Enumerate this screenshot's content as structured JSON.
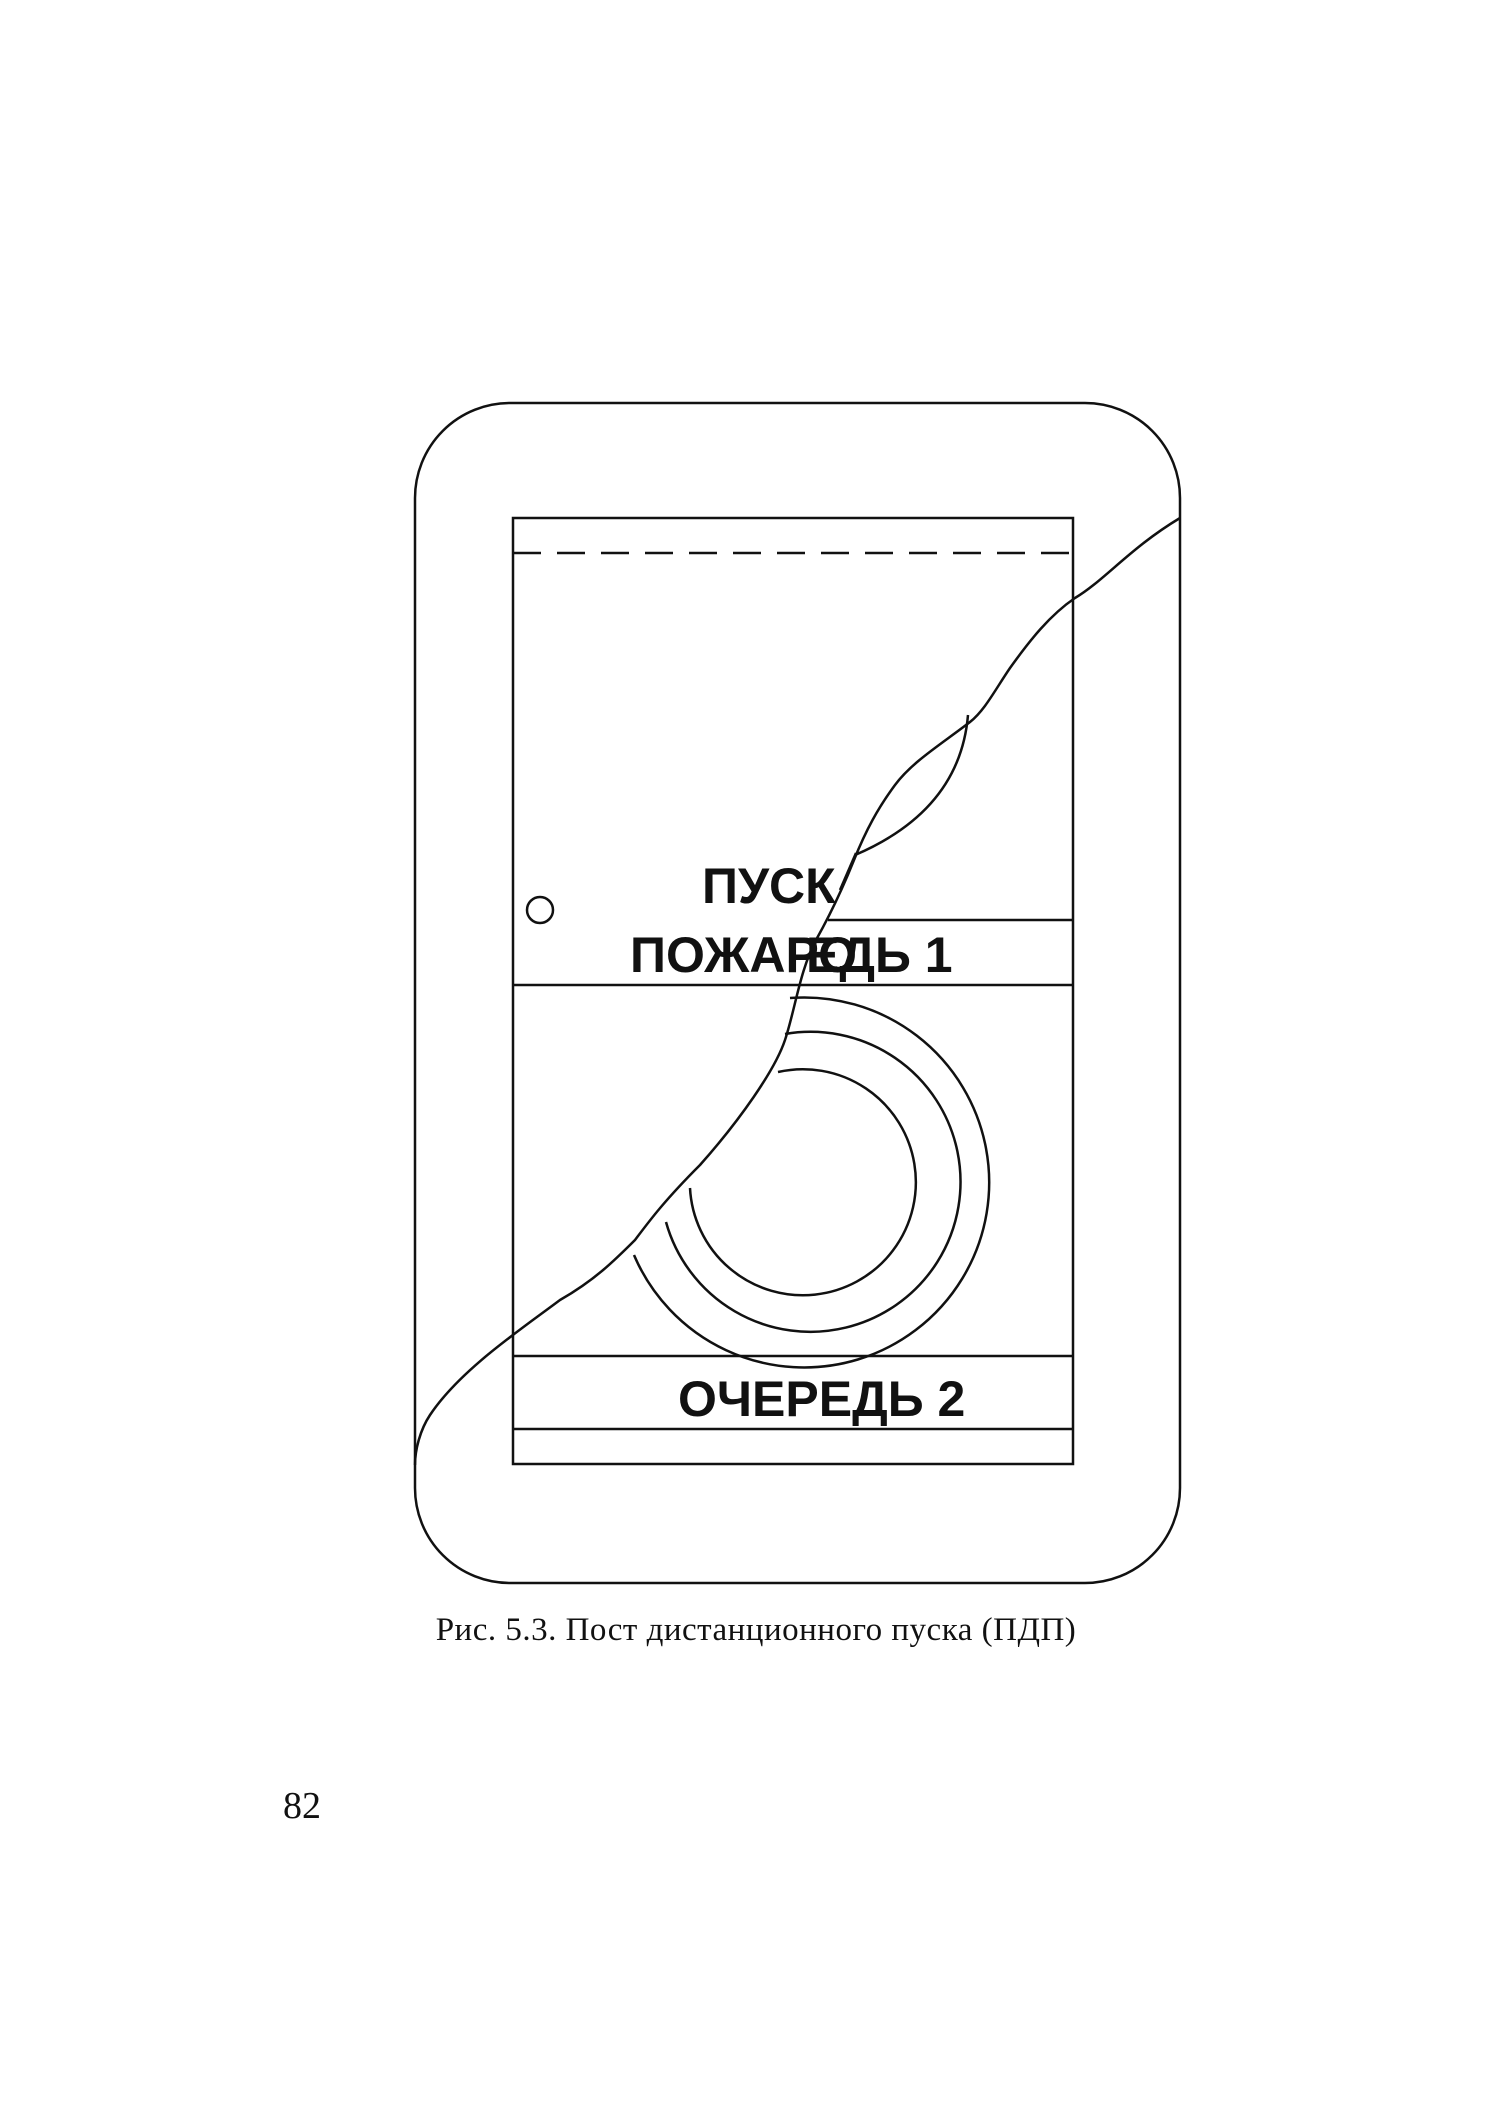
{
  "figure": {
    "label_start": "ПУСК",
    "label_queue1_left": "ПОЖАРО",
    "label_queue1_right": "ЕДЬ 1",
    "label_queue2": "ОЧЕРЕДЬ 2"
  },
  "caption": "Рис. 5.3. Пост дистанционного пуска (ПДП)",
  "page_number": "82"
}
